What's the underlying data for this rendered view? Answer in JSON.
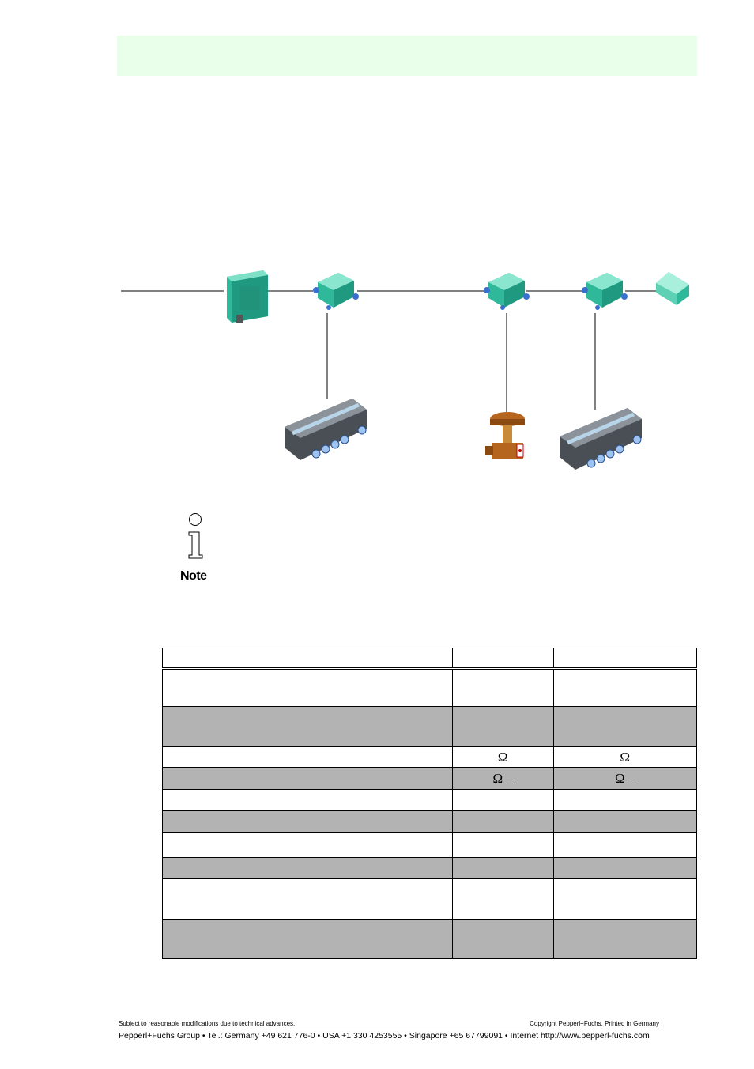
{
  "table": {
    "rows": [
      {
        "c1": "",
        "c2": "",
        "c3": ""
      },
      {
        "c1": "",
        "c2": "",
        "c3": ""
      },
      {
        "c1": "",
        "c2": "",
        "c3": ""
      },
      {
        "c1": "",
        "c2": "Ω",
        "c3": "Ω"
      },
      {
        "c1": "",
        "c2": "Ω _",
        "c3": "Ω _"
      },
      {
        "c1": "",
        "c2": "",
        "c3": ""
      },
      {
        "c1": "",
        "c2": "",
        "c3": ""
      },
      {
        "c1": "",
        "c2": "",
        "c3": ""
      },
      {
        "c1": "",
        "c2": "",
        "c3": ""
      },
      {
        "c1": "",
        "c2": "",
        "c3": ""
      },
      {
        "c1": "",
        "c2": "",
        "c3": ""
      }
    ]
  },
  "note": {
    "label": "Note",
    "icon": "info-icon"
  },
  "footer": {
    "disclaimer": "Subject to reasonable modifications due to technical advances.",
    "copyright": "Copyright Pepperl+Fuchs, Printed in Germany",
    "contact": "Pepperl+Fuchs Group • Tel.: Germany +49 621 776-0 • USA +1 330 4253555 • Singapore +65 67799091 • Internet http://www.pepperl-fuchs.com"
  },
  "colors": {
    "header_band": "#eaffea",
    "shaded_row": "#b3b3b3",
    "device_green": "#2fb89a",
    "valve_brown": "#b5651d"
  }
}
